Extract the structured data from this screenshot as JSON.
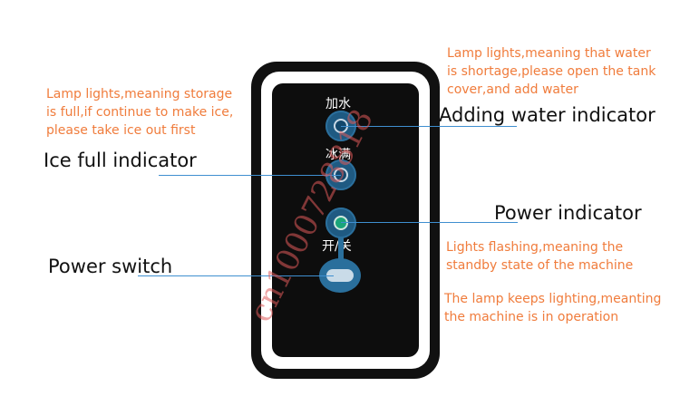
{
  "panel": {
    "labels": {
      "add_water": "加水",
      "ice_full": "冰满",
      "on_off": "开/关"
    }
  },
  "indicators": {
    "adding_water": "Adding water indicator",
    "ice_full": "Ice full indicator",
    "power": "Power indicator",
    "power_switch": "Power switch"
  },
  "notes": {
    "water_shortage": "Lamp lights,meaning that water\nis shortage,please open the tank\ncover,and add water",
    "storage_full": "Lamp lights,meaning storage\nis full,if continue to make ice,\nplease take ice out first",
    "standby": "Lights flashing,meaning the\nstandby state of the machine",
    "operation": "The lamp keeps lighting,meanting\nthe machine is in operation"
  },
  "watermark": "cn1000728818",
  "colors": {
    "note_text": "#f07c3c",
    "leader_line": "#3f8fd0",
    "lamp": "#1f5a82",
    "power_lamp_center": "#1aa57a",
    "panel": "#0d0d0d"
  }
}
